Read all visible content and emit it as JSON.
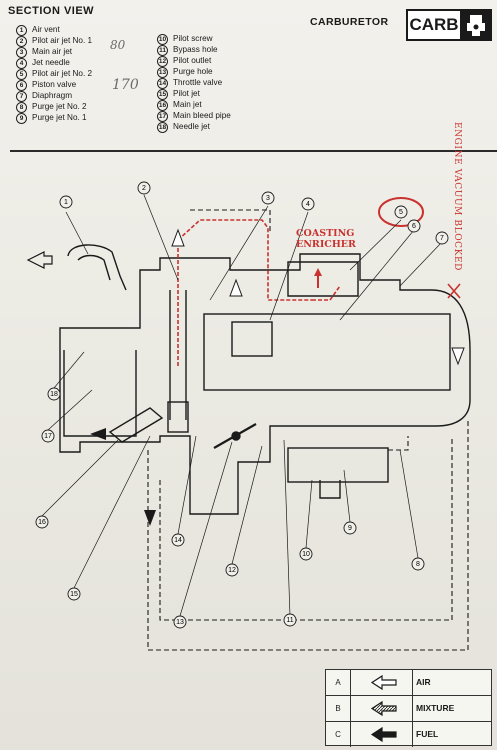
{
  "header": {
    "section_title": "SECTION VIEW",
    "chapter_label": "CARBURETOR",
    "chapter_badge": "CARB"
  },
  "legend_left": [
    {
      "num": "1",
      "label": "Air vent"
    },
    {
      "num": "2",
      "label": "Pilot air jet No. 1"
    },
    {
      "num": "3",
      "label": "Main air jet"
    },
    {
      "num": "4",
      "label": "Jet needle"
    },
    {
      "num": "5",
      "label": "Pilot air jet No. 2"
    },
    {
      "num": "6",
      "label": "Piston valve"
    },
    {
      "num": "7",
      "label": "Diaphragm"
    },
    {
      "num": "8",
      "label": "Purge jet No. 2"
    },
    {
      "num": "9",
      "label": "Purge jet No. 1"
    }
  ],
  "legend_right": [
    {
      "num": "10",
      "label": "Pilot screw"
    },
    {
      "num": "11",
      "label": "Bypass hole"
    },
    {
      "num": "12",
      "label": "Pilot outlet"
    },
    {
      "num": "13",
      "label": "Purge hole"
    },
    {
      "num": "14",
      "label": "Throttle valve"
    },
    {
      "num": "15",
      "label": "Pilot jet"
    },
    {
      "num": "16",
      "label": "Main jet"
    },
    {
      "num": "17",
      "label": "Main bleed pipe"
    },
    {
      "num": "18",
      "label": "Needle jet"
    }
  ],
  "handwritten": {
    "note_80": "80",
    "note_170": "170"
  },
  "annotations": {
    "coasting_line1": "COASTING",
    "coasting_line2": "ENRICHER",
    "vertical_note": "ENGINE VACUUM BLOCKED"
  },
  "callouts": [
    "1",
    "2",
    "3",
    "4",
    "5",
    "6",
    "7",
    "8",
    "9",
    "10",
    "11",
    "12",
    "13",
    "14",
    "15",
    "16",
    "17",
    "18"
  ],
  "key": [
    {
      "letter": "A",
      "label": "AIR",
      "arrow": "outline-arrow"
    },
    {
      "letter": "B",
      "label": "MIXTURE",
      "arrow": "hatched-arrow"
    },
    {
      "letter": "C",
      "label": "FUEL",
      "arrow": "solid-arrow"
    }
  ],
  "colors": {
    "annotation_red": "#c9322e",
    "ink": "#1a1a1a",
    "paper": "#eeede6"
  }
}
